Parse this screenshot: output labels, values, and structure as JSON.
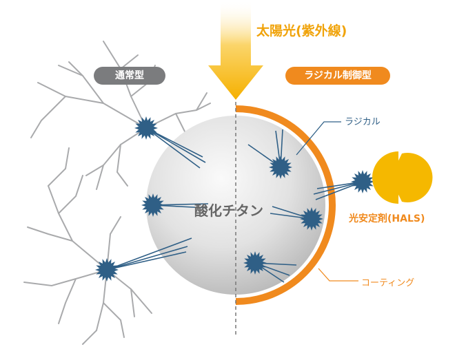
{
  "sunlight_label": "太陽光(紫外線)",
  "normal_type_label": "通常型",
  "radical_control_label": "ラジカル制御型",
  "radical_label": "ラジカル",
  "titanium_oxide_label": "酸化チタン",
  "hals_label": "光安定剤(HALS)",
  "coating_label": "コーティング",
  "colors": {
    "sunlight_arrow": "#f5b400",
    "accent_orange": "#f08a1e",
    "radical_blue": "#2f5f86",
    "crack_gray": "#a9aaac",
    "pill_gray": "#7b7c7e",
    "hals_yellow": "#f5b800"
  },
  "icons": [
    "sunlight-arrow",
    "radical-burst-icon",
    "hals-pacman-icon",
    "crack-lines"
  ]
}
